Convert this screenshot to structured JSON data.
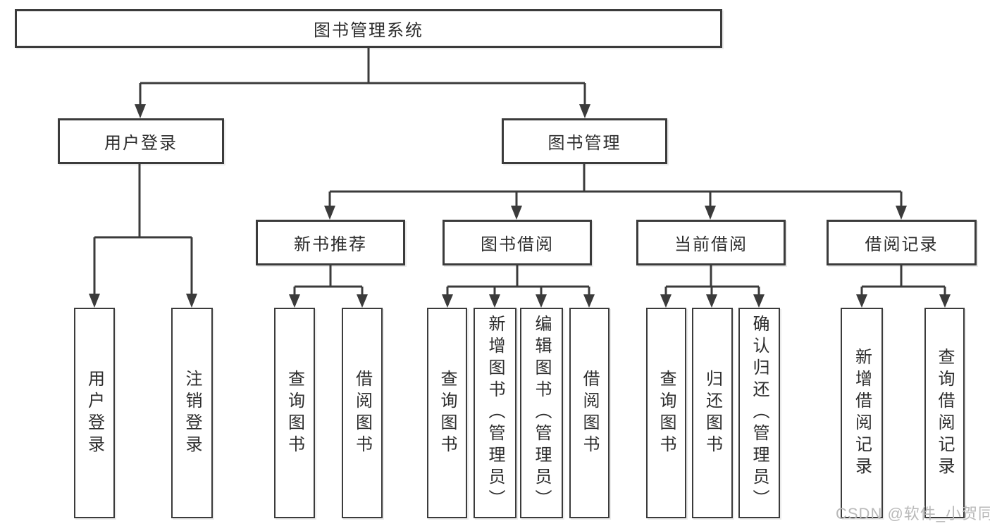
{
  "diagram": {
    "type": "tree",
    "root": {
      "label": "图书管理系统"
    },
    "level2": [
      {
        "label": "用户登录",
        "children": [
          {
            "label": "用户登录"
          },
          {
            "label": "注销登录"
          }
        ]
      },
      {
        "label": "图书管理",
        "children": [
          {
            "label": "新书推荐",
            "children": [
              {
                "label": "查询图书"
              },
              {
                "label": "借阅图书"
              }
            ]
          },
          {
            "label": "图书借阅",
            "children": [
              {
                "label": "查询图书"
              },
              {
                "label": "新增图书（管理员）"
              },
              {
                "label": "编辑图书（管理员）"
              },
              {
                "label": "借阅图书"
              }
            ]
          },
          {
            "label": "当前借阅",
            "children": [
              {
                "label": "查询图书"
              },
              {
                "label": "归还图书"
              },
              {
                "label": "确认归还（管理员）"
              }
            ]
          },
          {
            "label": "借阅记录",
            "children": [
              {
                "label": "新增借阅记录"
              },
              {
                "label": "查询借阅记录"
              }
            ]
          }
        ]
      }
    ]
  },
  "watermark": {
    "text": "CSDN @软件_小贺同学"
  },
  "colors": {
    "line": "#3b3b3b",
    "box_border": "#3b3b3b",
    "box_fill": "#ffffff",
    "text": "#2d2d2d",
    "watermark": "#b9b9b9",
    "background": "#ffffff"
  }
}
